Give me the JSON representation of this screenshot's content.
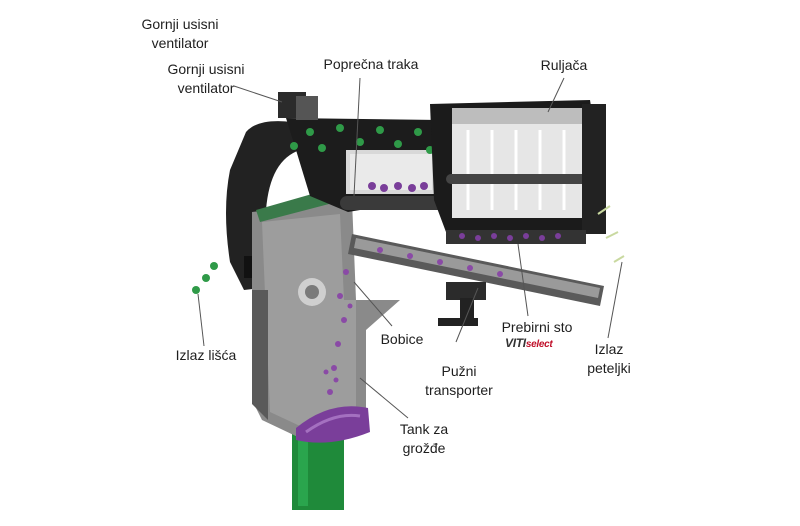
{
  "labels": {
    "top_fan_1": "Gornji usisni\nventilator",
    "top_fan_2": "Gornji usisni\nventilator",
    "cross_belt": "Poprečna traka",
    "destemmer": "Ruljača",
    "leaf_outlet": "Izlaz lišća",
    "berries": "Bobice",
    "screw_conveyor": "Pužni\ntransporter",
    "sorting_table": "Prebirni sto",
    "stem_outlet": "Izlaz\npeteljki",
    "grape_tank": "Tank za\ngrožđe"
  },
  "brand": {
    "logo_a": "VITI",
    "logo_b": "select"
  },
  "colors": {
    "machine_dark": "#2a2a2a",
    "machine_grey": "#8c8c8c",
    "leaf_green": "#2f9a48",
    "grape_purple": "#7a3e9a",
    "chute_green": "#1f8a3a"
  }
}
